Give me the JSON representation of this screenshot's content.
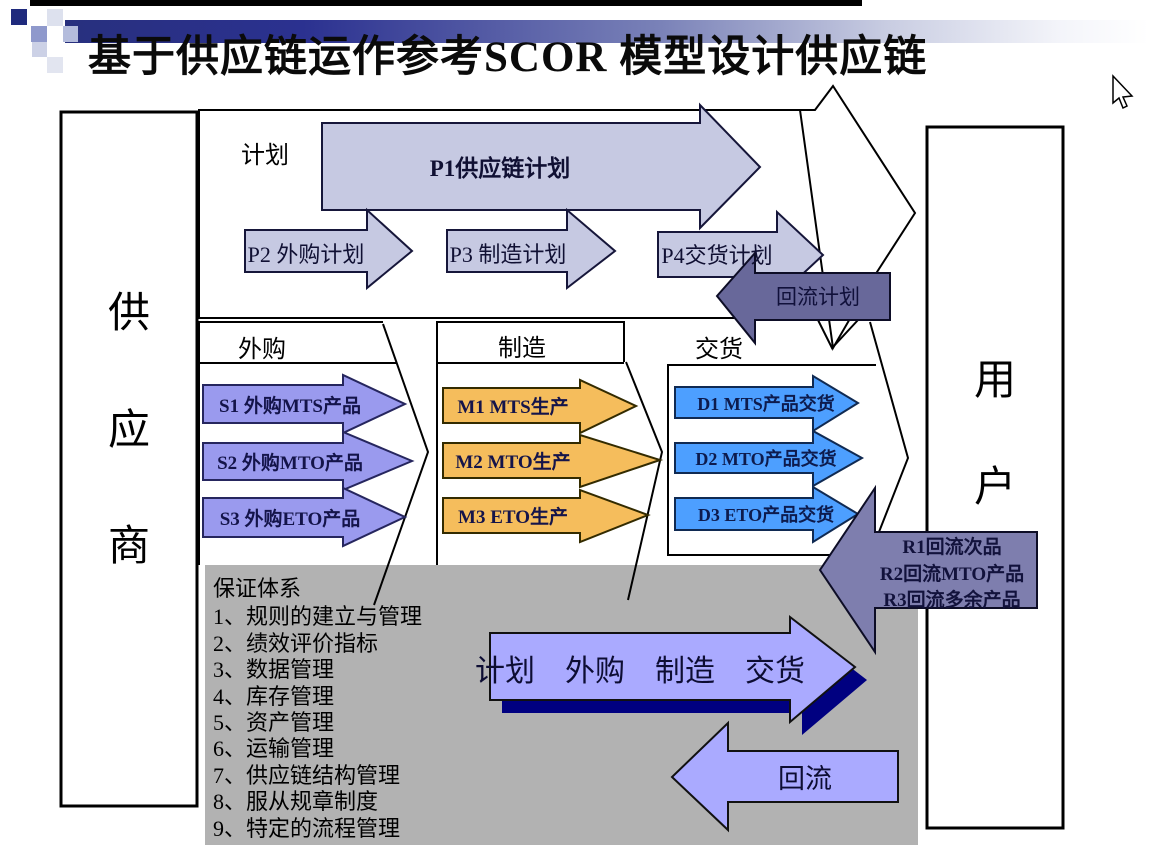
{
  "title": "基于供应链运作参考SCOR 模型设计供应链",
  "supplier": {
    "label": "供应商",
    "chars": [
      "供",
      "应",
      "商"
    ]
  },
  "customer": {
    "label": "用户",
    "chars": [
      "用",
      "户"
    ]
  },
  "plan_section": {
    "label": "计划",
    "p1": "P1供应链计划",
    "p2": "P2 外购计划",
    "p3": "P3 制造计划",
    "p4": "P4交货计划",
    "return_plan": "回流计划"
  },
  "source_section": {
    "label": "外购",
    "items": [
      "S1 外购MTS产品",
      "S2 外购MTO产品",
      "S3 外购ETO产品"
    ]
  },
  "make_section": {
    "label": "制造",
    "items": [
      "M1 MTS生产",
      "M2 MTO生产",
      "M3 ETO生产"
    ]
  },
  "deliver_section": {
    "label": "交货",
    "items": [
      "D1 MTS产品交货",
      "D2 MTO产品交货",
      "D3 ETO产品交货"
    ]
  },
  "return_section": {
    "items": [
      "R1回流次品",
      "R2回流MTO产品",
      "R3回流多余产品"
    ]
  },
  "assurance": {
    "title": "保证体系",
    "items": [
      "1、规则的建立与管理",
      "2、绩效评价指标",
      "3、数据管理",
      "4、库存管理",
      "5、资产管理",
      "6、运输管理",
      "7、供应链结构管理",
      "8、服从规章制度",
      "9、特定的流程管理"
    ]
  },
  "bottom_flow": {
    "forward": "计划　外购　制造　交货",
    "backward": "回流"
  },
  "colors": {
    "plan_arrow": "#c6c9e2",
    "source_arrow": "#9a9aee",
    "make_arrow": "#f5bd5c",
    "deliver_arrow": "#4d9fff",
    "return_plan_arrow": "#68689a",
    "return_arrow": "#7e7eae",
    "flow_arrow": "#aaaaff",
    "flow_shadow": "#000080",
    "panel_gray": "#b2b2b2",
    "accent_navy": "#2b3190"
  }
}
